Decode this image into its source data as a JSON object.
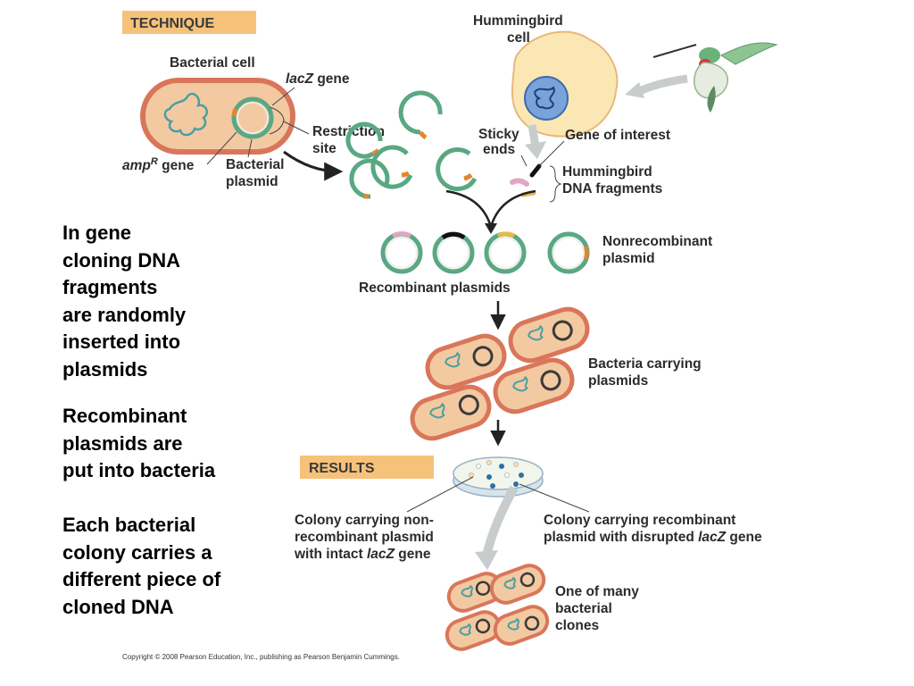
{
  "side_notes": {
    "p1": "In gene\ncloning DNA\nfragments\nare randomly\ninserted into\nplasmids",
    "p2": "Recombinant\nplasmids are\nput into bacteria",
    "p3": "Each bacterial\ncolony carries a\ndifferent piece of\ncloned DNA"
  },
  "figure": {
    "technique": "TECHNIQUE",
    "results": "RESULTS",
    "bacterial_cell": "Bacterial cell",
    "lacz_gene_italic": "lacZ",
    "lacz_gene_rest": " gene",
    "restriction_site_l1": "Restriction",
    "restriction_site_l2": "site",
    "ampr_base": "amp",
    "ampr_sup": "R",
    "ampr_rest": " gene",
    "bacterial_plasmid_l1": "Bacterial",
    "bacterial_plasmid_l2": "plasmid",
    "hummingbird_cell_l1": "Hummingbird",
    "hummingbird_cell_l2": "cell",
    "sticky_ends_l1": "Sticky",
    "sticky_ends_l2": "ends",
    "gene_of_interest": "Gene of interest",
    "hb_fragments_l1": "Hummingbird",
    "hb_fragments_l2": "DNA fragments",
    "nonrecombinant_l1": "Nonrecombinant",
    "nonrecombinant_l2": "plasmid",
    "recombinant_plasmids": "Recombinant plasmids",
    "bacteria_carrying_l1": "Bacteria carrying",
    "bacteria_carrying_l2": "plasmids",
    "colony_non_l1": "Colony carrying non-",
    "colony_non_l2": "recombinant plasmid",
    "colony_non_l3a": "with intact ",
    "colony_non_l3b": "lacZ",
    "colony_non_l3c": " gene",
    "colony_rec_l1": "Colony carrying recombinant",
    "colony_rec_l2a": "plasmid with disrupted ",
    "colony_rec_l2b": "lacZ",
    "colony_rec_l2c": " gene",
    "clones_l1": "One of many",
    "clones_l2": "bacterial",
    "clones_l3": "clones",
    "copyright": "Copyright © 2008 Pearson Education, Inc., publishing as Pearson Benjamin Cummings."
  },
  "colors": {
    "banner": "#f6c27a",
    "bacterium_fill": "#f3c9a2",
    "bacterium_stroke": "#d9765a",
    "plasmid": "#5aa882",
    "restriction_site": "#e3862a",
    "sticky_end": "#e7b84a",
    "hummingbird_cell": "#fbe7b4",
    "nucleus": "#7aa3d9",
    "arrow": "#222222",
    "flow_arrow": "#c8cccd"
  }
}
